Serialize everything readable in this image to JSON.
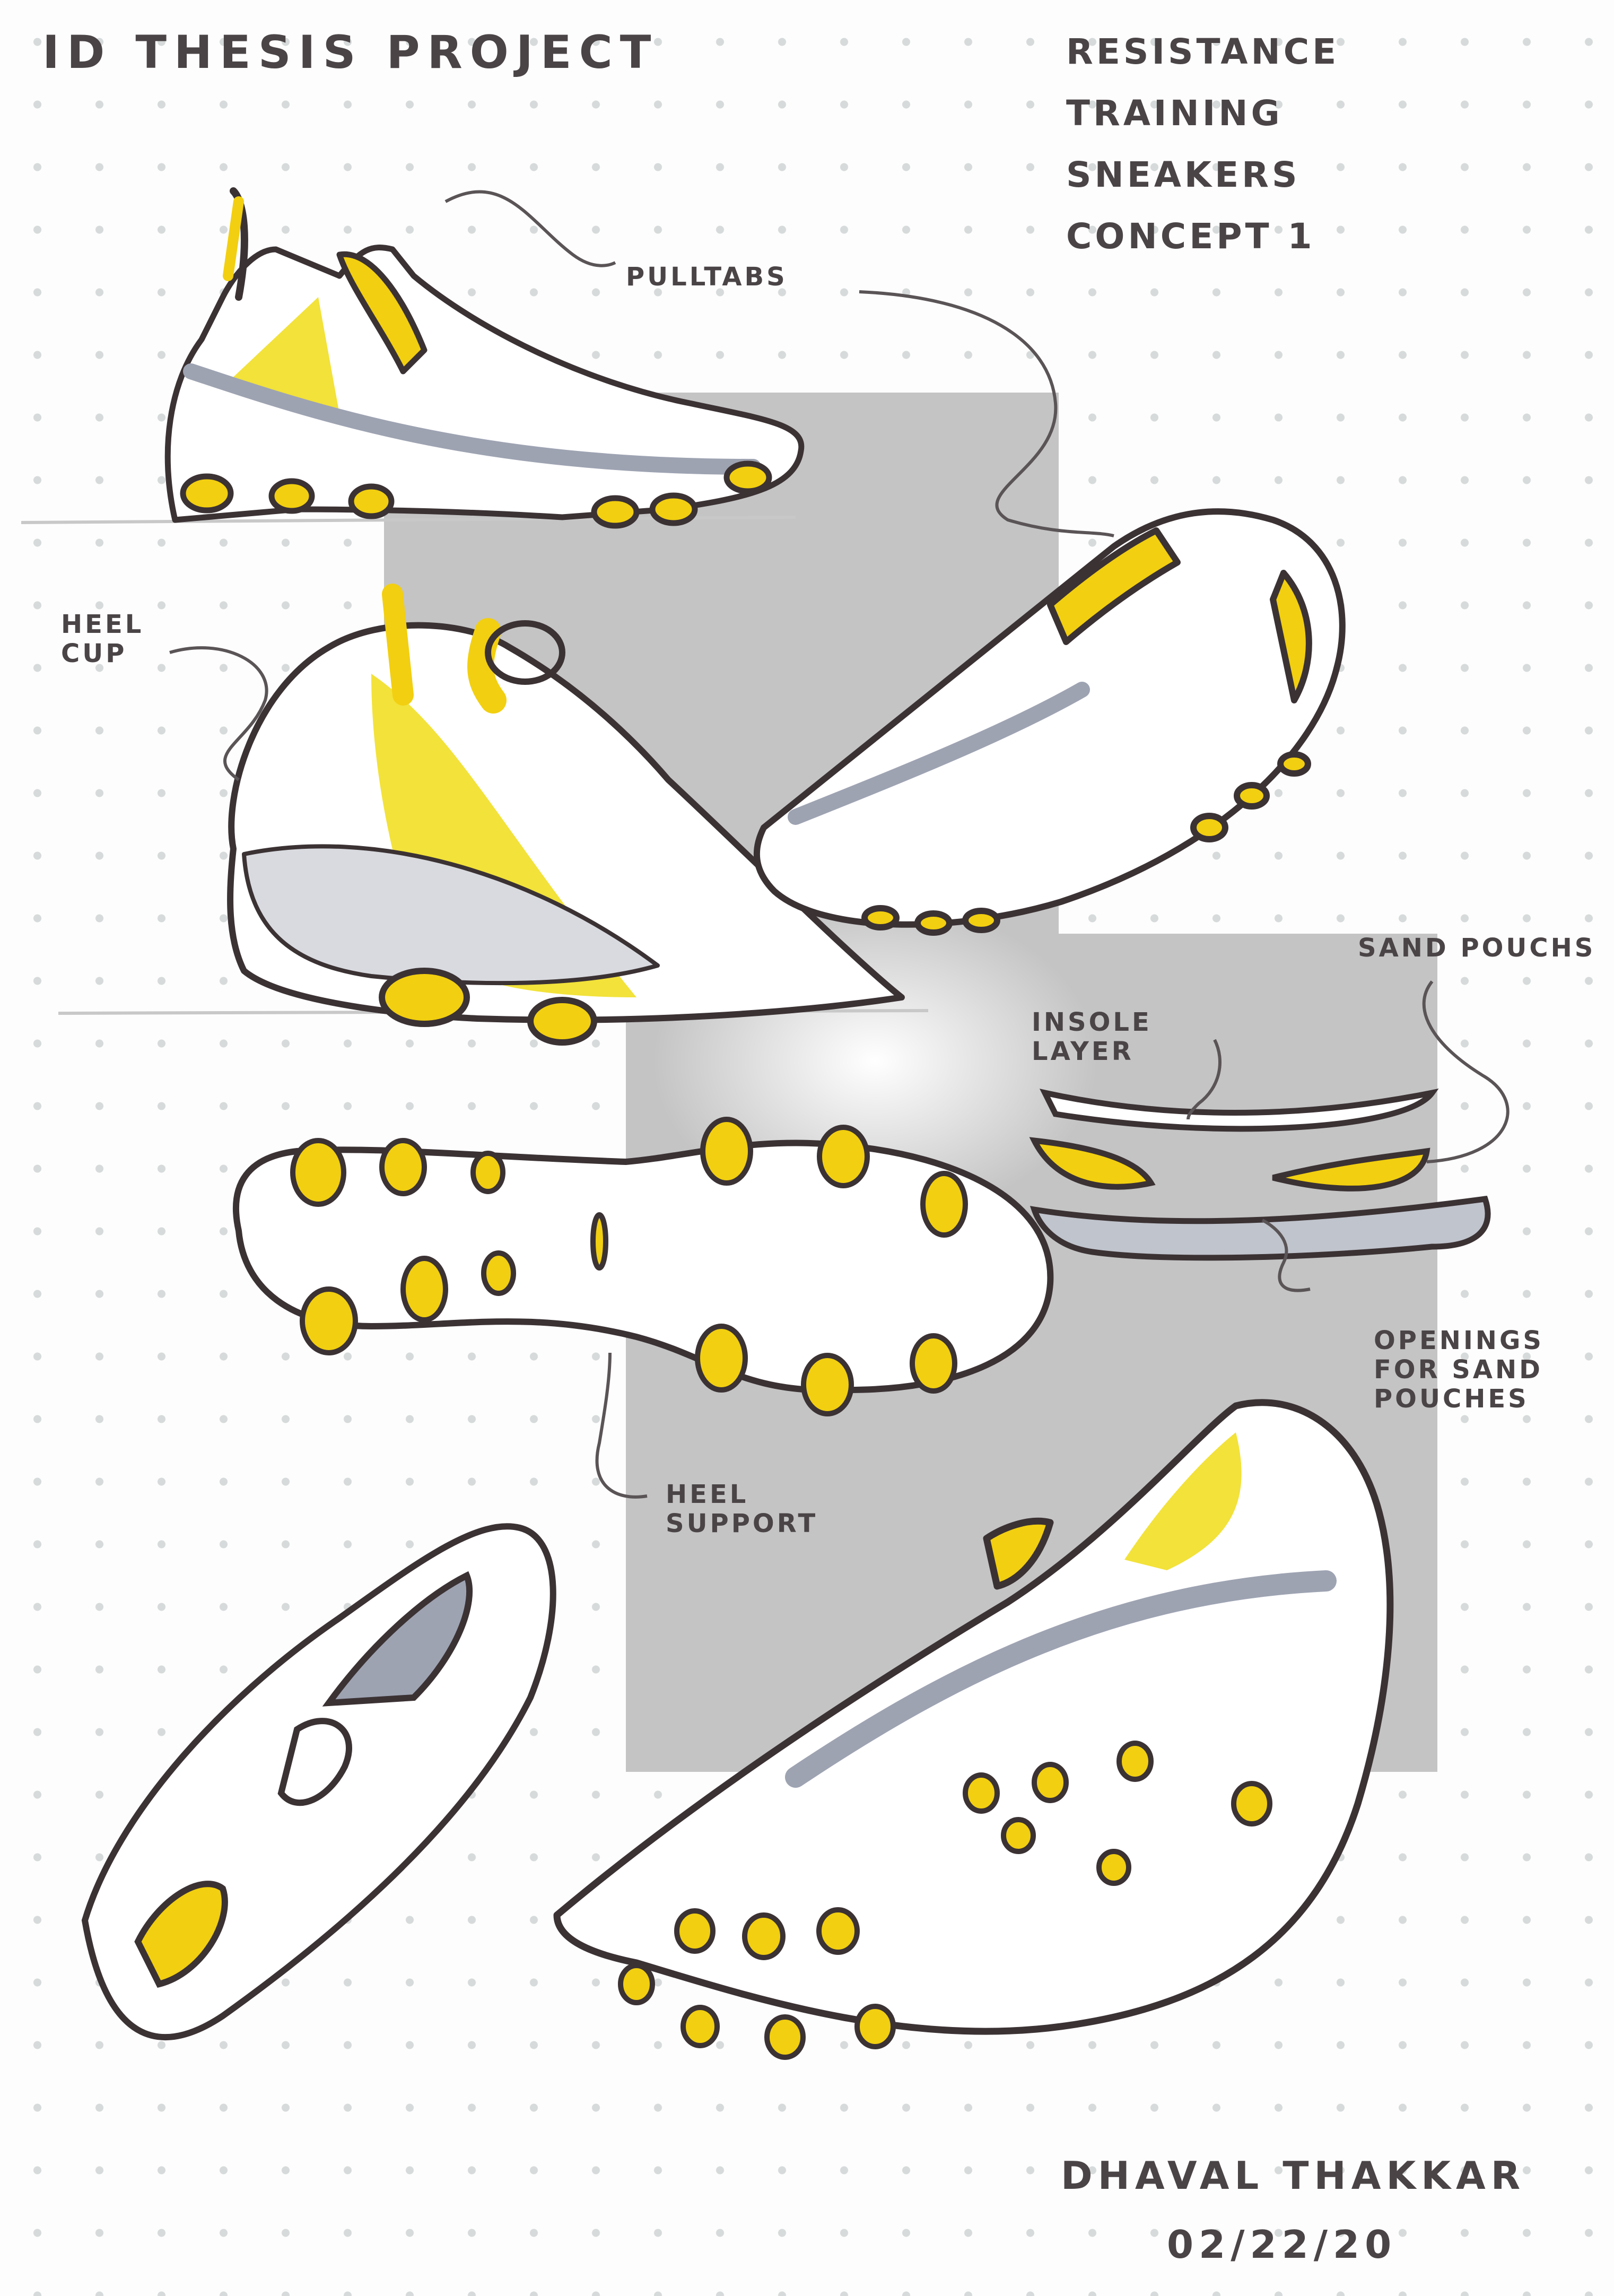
{
  "sheet": {
    "title": "ID THESIS PROJECT",
    "concept_lines": [
      "RESISTANCE",
      "TRAINING",
      "SNEAKERS",
      "CONCEPT 1"
    ],
    "author": "DHAVAL THAKKAR",
    "date": "02/22/20"
  },
  "callouts": {
    "pulltabs": "PULLTABS",
    "heel_cup": "HEEL\nCUP",
    "sand_pouches": "SAND POUCHS",
    "insole_layer": "INSOLE\nLAYER",
    "openings": "OPENINGS\nFOR SAND\nPOUCHES",
    "heel_support": "HEEL\nSUPPORT"
  },
  "views": [
    {
      "id": "side-view",
      "description": "Side profile of sneaker with pull tabs"
    },
    {
      "id": "rear-three-quarter-view",
      "description": "Rear 3/4 view showing heel cup"
    },
    {
      "id": "front-three-quarter-view",
      "description": "Front 3/4 view of sneaker"
    },
    {
      "id": "outsole-view",
      "description": "Bottom outsole with sand pouch openings"
    },
    {
      "id": "exploded-sole-view",
      "description": "Insole layer, sand pouches, midsole with openings"
    },
    {
      "id": "insole-top-view",
      "description": "Top-down view of footbed"
    },
    {
      "id": "bottom-three-quarter-view",
      "description": "Underside 3/4 view of sneaker"
    }
  ],
  "colors": {
    "accent_yellow": "#f2cf10",
    "ink": "#3b3234",
    "panel_grey": "#c4c4c4",
    "shadow_grey": "#9ea3b2",
    "paper": "#fdfdfd"
  }
}
